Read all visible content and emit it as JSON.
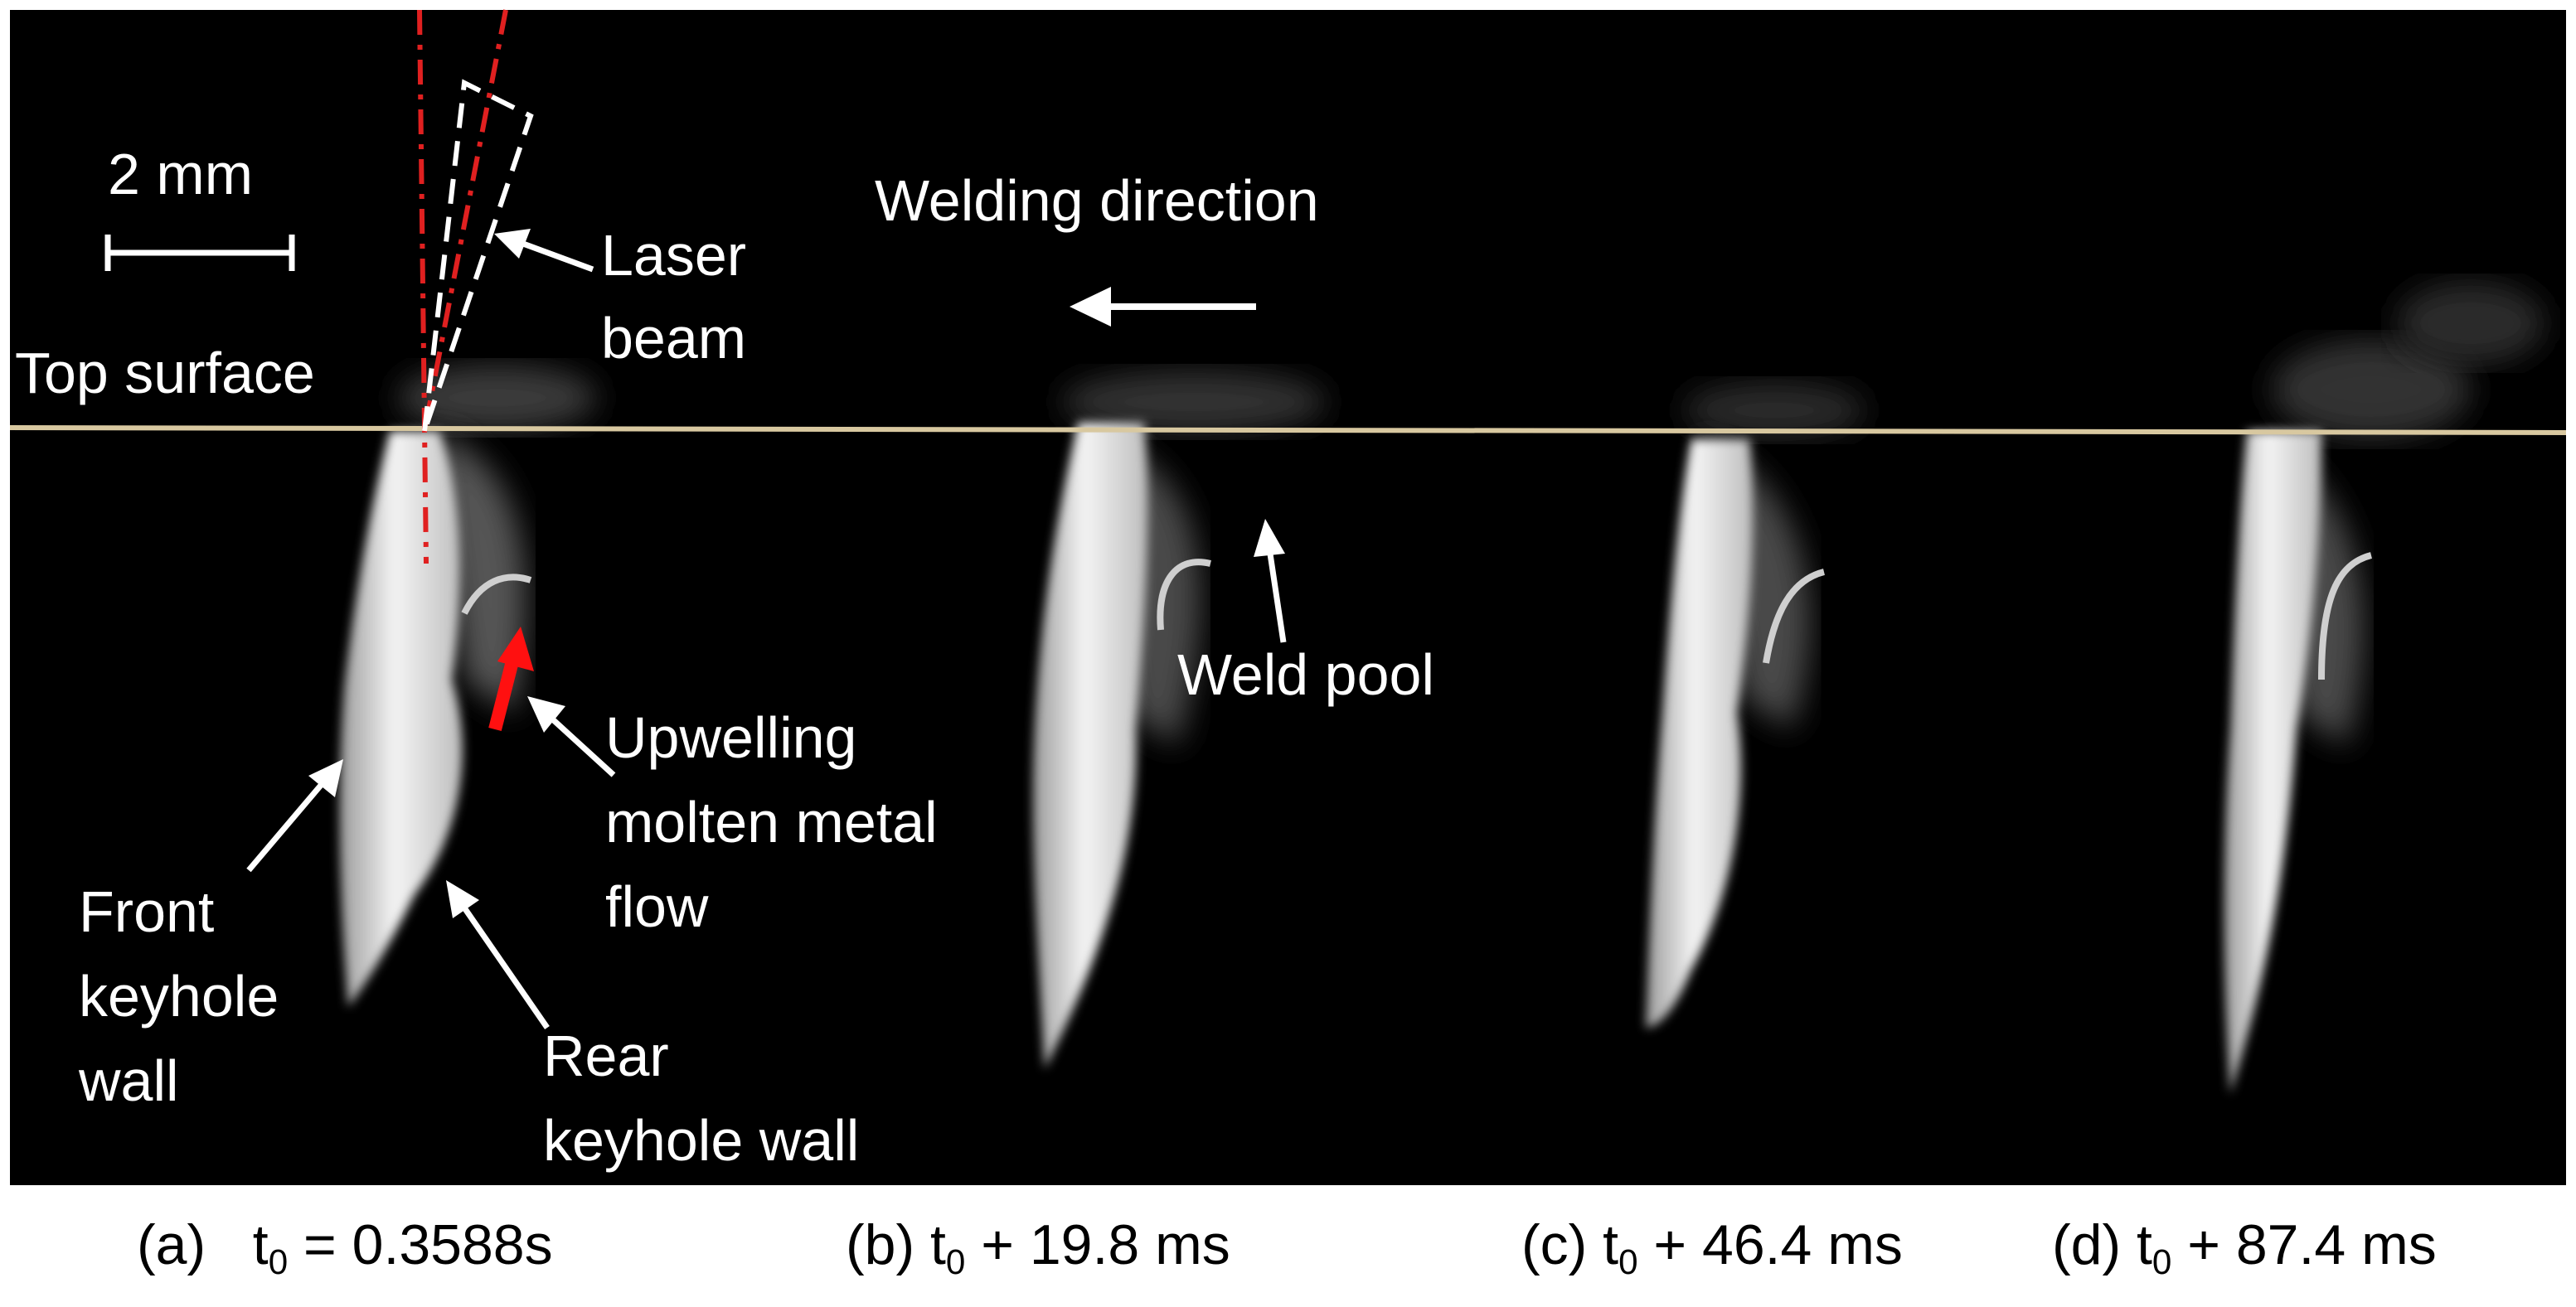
{
  "scale_bar": {
    "label": "2 mm"
  },
  "labels": {
    "top_surface": "Top surface",
    "laser_beam": [
      "Laser",
      "beam"
    ],
    "welding_direction": "Welding direction",
    "weld_pool": "Weld pool",
    "upwelling": [
      "Upwelling",
      "molten metal",
      "flow"
    ],
    "front_wall": [
      "Front",
      "keyhole",
      "wall"
    ],
    "rear_wall": [
      "Rear",
      "keyhole wall"
    ]
  },
  "captions": [
    {
      "prefix": "(a)   t",
      "sub": "0",
      "suffix": " = 0.3588s"
    },
    {
      "prefix": "(b) t",
      "sub": "0",
      "suffix": " + 19.8 ms"
    },
    {
      "prefix": "(c) t",
      "sub": "0",
      "suffix": " + 46.4 ms"
    },
    {
      "prefix": "(d) t",
      "sub": "0",
      "suffix": " + 87.4 ms"
    }
  ],
  "colors": {
    "background": "#000000",
    "surface_line": "#d8c8a0",
    "beam_axis": "#e02020",
    "flow_arrow": "#ff1010",
    "annotation": "#ffffff"
  }
}
